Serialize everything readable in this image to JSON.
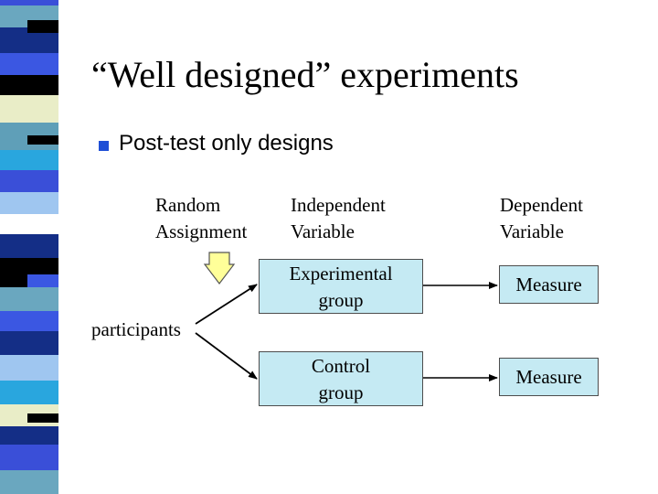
{
  "slide": {
    "title": "“Well designed” experiments",
    "bullet": "Post-test only designs"
  },
  "diagram": {
    "headers": {
      "random_assignment": [
        "Random",
        "Assignment"
      ],
      "independent_variable": [
        "Independent",
        "Variable"
      ],
      "dependent_variable": [
        "Dependent",
        "Variable"
      ]
    },
    "participants": "participants",
    "experimental_group": [
      "Experimental",
      "group"
    ],
    "control_group": [
      "Control",
      "group"
    ],
    "measure_top": "Measure",
    "measure_bottom": "Measure"
  },
  "colors": {
    "box_fill": "#c5eaf3",
    "arrow_fill": "#ffff99",
    "bullet": "#1f4fd6"
  }
}
